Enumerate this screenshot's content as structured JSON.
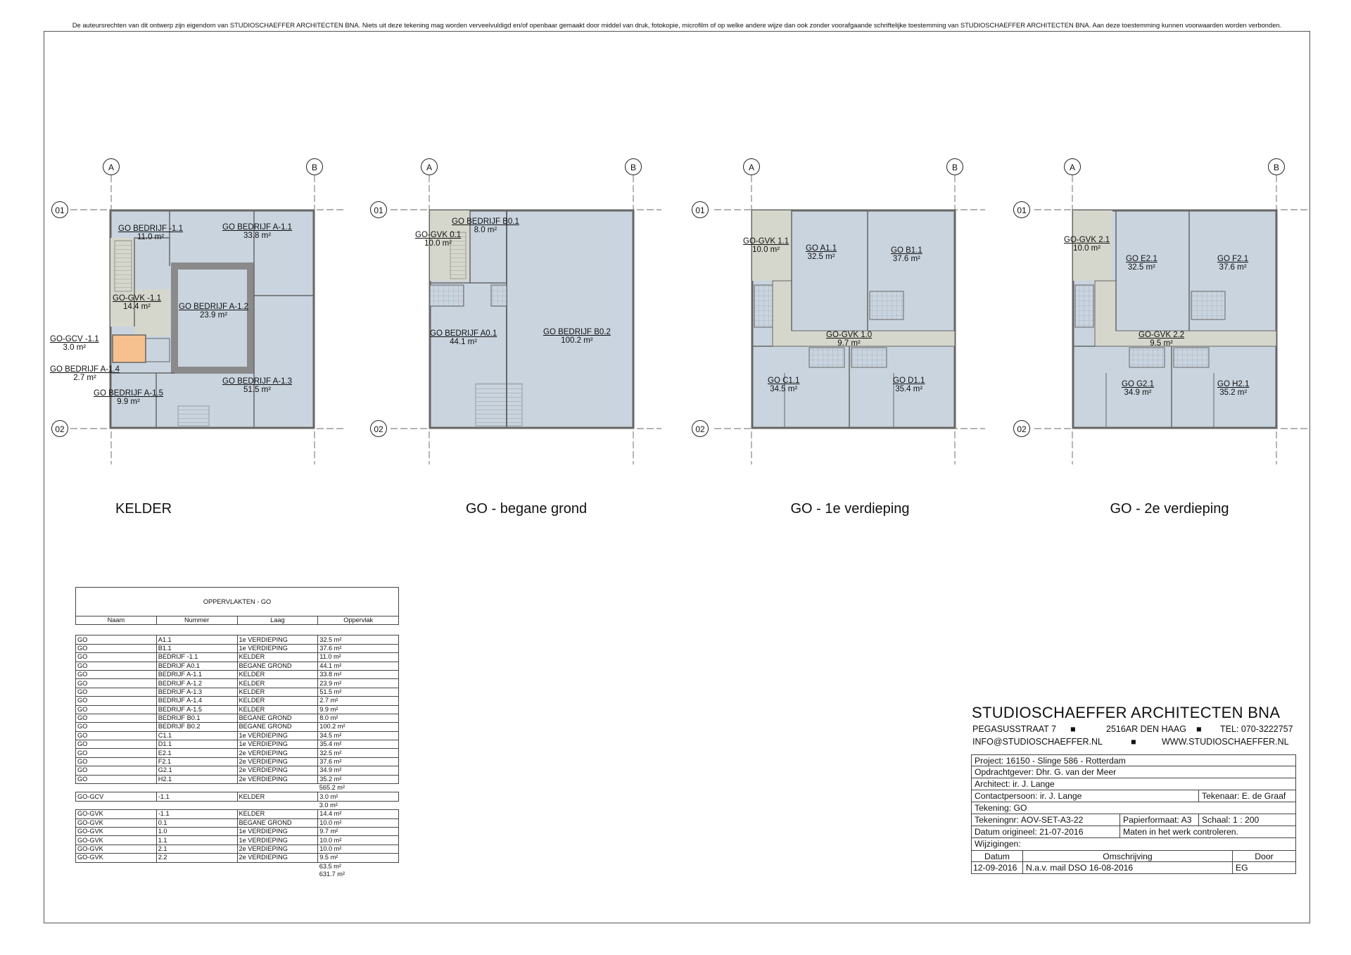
{
  "copyright": "De auteursrechten van dit ontwerp zijn eigendom van STUDIOSCHAEFFER ARCHITECTEN BNA. Niets uit deze tekening mag worden verveelvuldigd en/of openbaar gemaakt door middel van druk, fotokopie, microfilm of op welke andere wijze dan ook zonder voorafgaande schriftelijke toestemming van STUDIOSCHAEFFER ARCHITECTEN BNA. Aan deze toestemming kunnen voorwaarden worden verbonden.",
  "colors": {
    "room": "#c9d4df",
    "circulation": "#d6d7cc",
    "wall": "#888888",
    "accent": "#f6c08f"
  },
  "grid": {
    "a": "A",
    "b": "B",
    "r1": "01",
    "r2": "02"
  },
  "plans": [
    {
      "title": "KELDER",
      "rooms": [
        {
          "name": "GO BEDRIJF -1.1",
          "area": "11.0 m²"
        },
        {
          "name": "GO BEDRIJF A-1.1",
          "area": "33.8 m²"
        },
        {
          "name": "GO-GVK -1.1",
          "area": "14.4 m²"
        },
        {
          "name": "GO BEDRIJF A-1.2",
          "area": "23.9 m²"
        },
        {
          "name": "GO-GCV -1.1",
          "area": "3.0 m²"
        },
        {
          "name": "GO BEDRIJF A-1.4",
          "area": "2.7 m²"
        },
        {
          "name": "GO BEDRIJF A-1.3",
          "area": "51.5 m²"
        },
        {
          "name": "GO BEDRIJF A-1.5",
          "area": "9.9 m²"
        }
      ]
    },
    {
      "title": "GO - begane grond",
      "rooms": [
        {
          "name": "GO BEDRIJF B0.1",
          "area": "8.0 m²"
        },
        {
          "name": "GO-GVK 0.1",
          "area": "10.0 m²"
        },
        {
          "name": "GO BEDRIJF A0.1",
          "area": "44.1 m²"
        },
        {
          "name": "GO BEDRIJF B0.2",
          "area": "100.2 m²"
        }
      ]
    },
    {
      "title": "GO - 1e verdieping",
      "rooms": [
        {
          "name": "GO-GVK 1.1",
          "area": "10.0 m²"
        },
        {
          "name": "GO A1.1",
          "area": "32.5 m²"
        },
        {
          "name": "GO B1.1",
          "area": "37.6 m²"
        },
        {
          "name": "GO-GVK 1.0",
          "area": "9.7 m²"
        },
        {
          "name": "GO C1.1",
          "area": "34.5 m²"
        },
        {
          "name": "GO D1.1",
          "area": "35.4 m²"
        }
      ]
    },
    {
      "title": "GO - 2e verdieping",
      "rooms": [
        {
          "name": "GO-GVK 2.1",
          "area": "10.0 m²"
        },
        {
          "name": "GO E2.1",
          "area": "32.5 m²"
        },
        {
          "name": "GO F2.1",
          "area": "37.6 m²"
        },
        {
          "name": "GO-GVK 2.2",
          "area": "9.5 m²"
        },
        {
          "name": "GO G2.1",
          "area": "34.9 m²"
        },
        {
          "name": "GO H2.1",
          "area": "35.2 m²"
        }
      ]
    }
  ],
  "table": {
    "title": "OPPERVLAKTEN - GO",
    "headers": [
      "Naam",
      "Nummer",
      "Laag",
      "Oppervlak"
    ],
    "groups": [
      {
        "rows": [
          [
            "GO",
            "A1.1",
            "1e VERDIEPING",
            "32.5 m²"
          ],
          [
            "GO",
            "B1.1",
            "1e VERDIEPING",
            "37.6 m²"
          ],
          [
            "GO",
            "BEDRIJF -1.1",
            "KELDER",
            "11.0 m²"
          ],
          [
            "GO",
            "BEDRIJF A0.1",
            "BEGANE GROND",
            "44.1 m²"
          ],
          [
            "GO",
            "BEDRIJF A-1.1",
            "KELDER",
            "33.8 m²"
          ],
          [
            "GO",
            "BEDRIJF A-1.2",
            "KELDER",
            "23.9 m²"
          ],
          [
            "GO",
            "BEDRIJF A-1.3",
            "KELDER",
            "51.5 m²"
          ],
          [
            "GO",
            "BEDRIJF A-1.4",
            "KELDER",
            "2.7 m²"
          ],
          [
            "GO",
            "BEDRIJF A-1.5",
            "KELDER",
            "9.9 m²"
          ],
          [
            "GO",
            "BEDRIJF B0.1",
            "BEGANE GROND",
            "8.0 m²"
          ],
          [
            "GO",
            "BEDRIJF B0.2",
            "BEGANE GROND",
            "100.2 m²"
          ],
          [
            "GO",
            "C1.1",
            "1e VERDIEPING",
            "34.5 m²"
          ],
          [
            "GO",
            "D1.1",
            "1e VERDIEPING",
            "35.4 m²"
          ],
          [
            "GO",
            "E2.1",
            "2e VERDIEPING",
            "32.5 m²"
          ],
          [
            "GO",
            "F2.1",
            "2e VERDIEPING",
            "37.6 m²"
          ],
          [
            "GO",
            "G2.1",
            "2e VERDIEPING",
            "34.9 m²"
          ],
          [
            "GO",
            "H2.1",
            "2e VERDIEPING",
            "35.2 m²"
          ]
        ],
        "subtotal": "565.2 m²"
      },
      {
        "rows": [
          [
            "GO-GCV",
            "-1.1",
            "KELDER",
            "3.0 m²"
          ]
        ],
        "subtotal": "3.0 m²"
      },
      {
        "rows": [
          [
            "GO-GVK",
            "-1.1",
            "KELDER",
            "14.4 m²"
          ],
          [
            "GO-GVK",
            "0.1",
            "BEGANE GROND",
            "10.0 m²"
          ],
          [
            "GO-GVK",
            "1.0",
            "1e VERDIEPING",
            "9.7 m²"
          ],
          [
            "GO-GVK",
            "1.1",
            "1e VERDIEPING",
            "10.0 m²"
          ],
          [
            "GO-GVK",
            "2.1",
            "2e VERDIEPING",
            "10.0 m²"
          ],
          [
            "GO-GVK",
            "2.2",
            "2e VERDIEPING",
            "9.5 m²"
          ]
        ],
        "subtotal": "63.5 m²"
      }
    ],
    "total": "631.7 m²"
  },
  "titleblock": {
    "firm": "STUDIOSCHAEFFER ARCHITECTEN BNA",
    "street": "PEGASUSSTRAAT 7",
    "city": "2516AR DEN HAAG",
    "tel": "TEL: 070-3222757",
    "email": "INFO@STUDIOSCHAEFFER.NL",
    "web": "WWW.STUDIOSCHAEFFER.NL",
    "project": "Project: 16150 - Slinge 586 - Rotterdam",
    "client": "Opdrachtgever: Dhr. G. van der Meer",
    "architect": "Architect: ir. J. Lange",
    "contact": "Contactpersoon: ir. J. Lange",
    "drafter": "Tekenaar: E. de Graaf",
    "drawing": "Tekening: GO",
    "number": "Tekeningnr: AOV-SET-A3-22",
    "paper": "Papierformaat: A3",
    "scale": "Schaal:   1 : 200",
    "date": "Datum origineel: 21-07-2016",
    "note": "Maten in het werk controleren.",
    "changes_label": "Wijzigingen:",
    "changes_headers": [
      "Datum",
      "Omschrijving",
      "Door"
    ],
    "changes": [
      [
        "12-09-2016",
        "N.a.v. mail DSO 16-08-2016",
        "EG"
      ]
    ]
  }
}
